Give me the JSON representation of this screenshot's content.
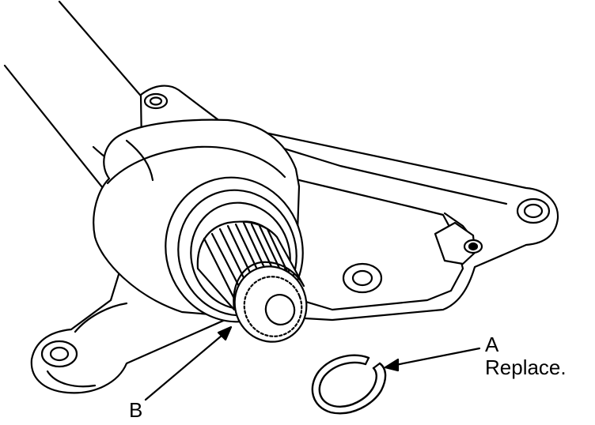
{
  "callouts": {
    "a": {
      "letter": "A",
      "note": "Replace."
    },
    "b": {
      "letter": "B"
    }
  },
  "parts": {
    "a": "snap-ring-icon",
    "b": "splined-shaft-end-icon"
  },
  "colors": {
    "line": "#000000",
    "fill": "#ffffff"
  }
}
